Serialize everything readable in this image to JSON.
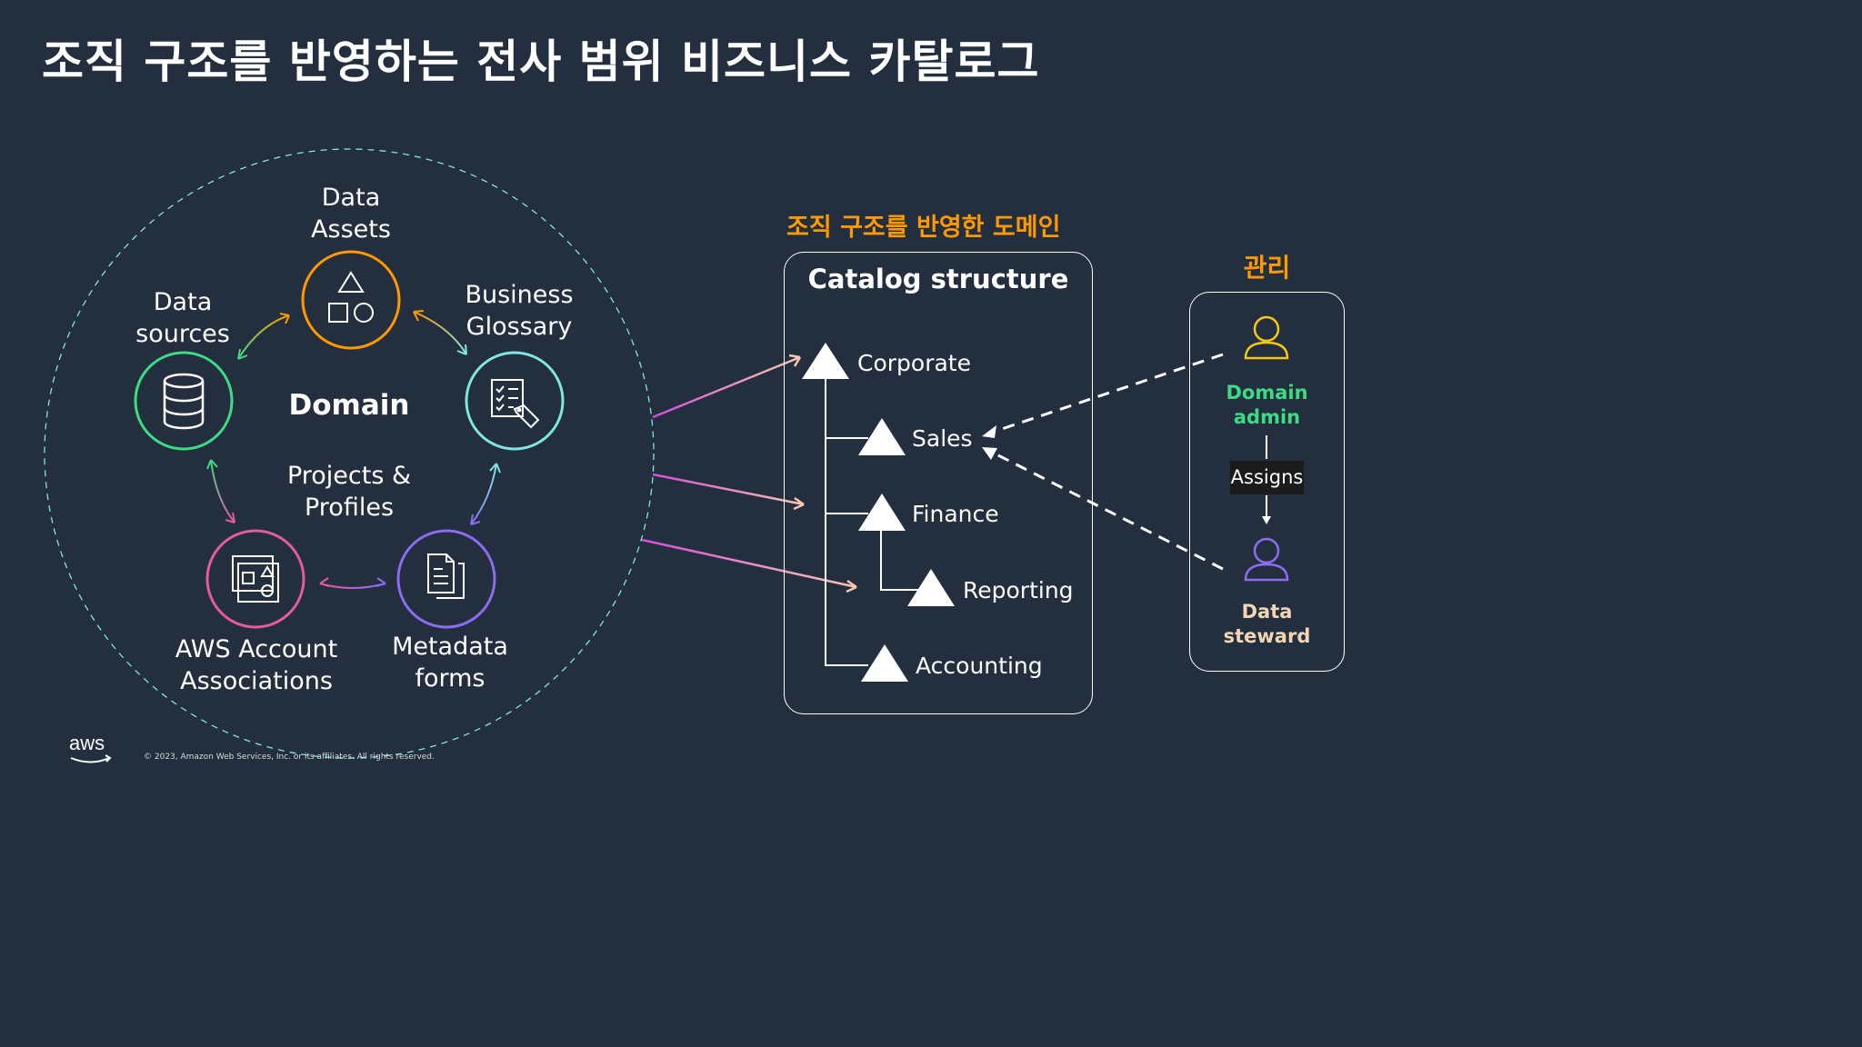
{
  "title": "조직 구조를 반영하는 전사 범위 비즈니스 카탈로그",
  "domain_diagram": {
    "center_title": "Domain",
    "center_subtitle_line1": "Projects &",
    "center_subtitle_line2": "Profiles",
    "nodes": [
      {
        "id": "data-assets",
        "line1": "Data",
        "line2": "Assets",
        "icon": "shapes-icon",
        "color": "#ff9900"
      },
      {
        "id": "business-glossary",
        "line1": "Business",
        "line2": "Glossary",
        "icon": "checklist-icon",
        "color": "#7fe7e0"
      },
      {
        "id": "metadata-forms",
        "line1": "Metadata",
        "line2": "forms",
        "icon": "document-icon",
        "color": "#8c6cf0"
      },
      {
        "id": "aws-account-associations",
        "line1": "AWS Account",
        "line2": "Associations",
        "icon": "image-gallery-icon",
        "color": "#e45ba0"
      },
      {
        "id": "data-sources",
        "line1": "Data",
        "line2": "sources",
        "icon": "database-icon",
        "color": "#3ddc84"
      }
    ]
  },
  "catalog": {
    "heading": "조직 구조를 반영한 도메인",
    "box_title": "Catalog structure",
    "items": [
      "Corporate",
      "Sales",
      "Finance",
      "Reporting",
      "Accounting"
    ]
  },
  "management": {
    "heading": "관리",
    "admin_line1": "Domain",
    "admin_line2": "admin",
    "assigns": "Assigns",
    "steward_line1": "Data",
    "steward_line2": "steward"
  },
  "colors": {
    "background": "#232f3e",
    "accent_orange": "#ff9900",
    "admin_green": "#3ddc84",
    "steward_tan": "#f2d6b3",
    "admin_icon": "#f5c518",
    "steward_icon": "#8c6cf0"
  },
  "footer": {
    "logo": "aws",
    "copyright": "© 2023, Amazon Web Services, Inc. or its affiliates. All rights reserved."
  }
}
